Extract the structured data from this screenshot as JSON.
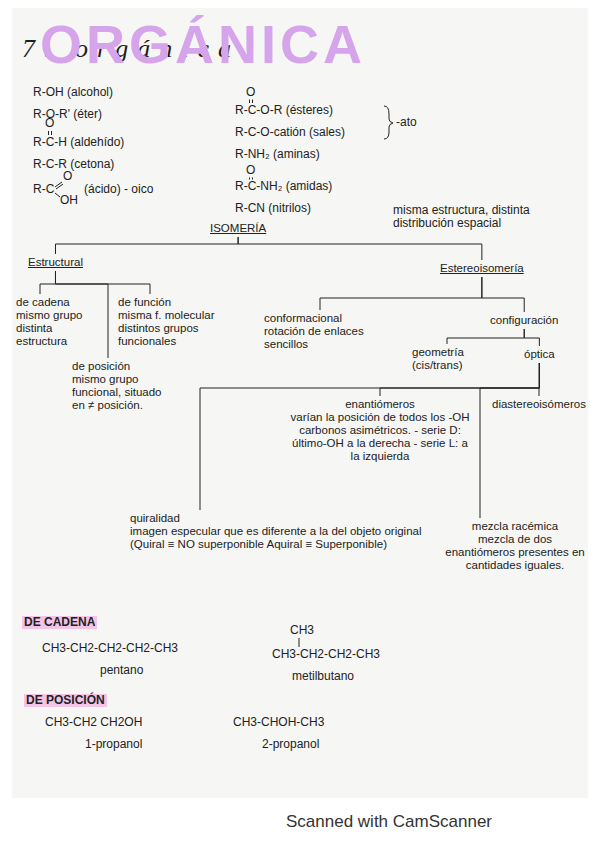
{
  "diagram": {
    "title": "7. orgánica",
    "nodes": [
      {
        "text": [
          "ISOMERÍA"
        ]
      },
      {
        "text": [
          "Estructural"
        ]
      },
      {
        "text": [
          "Estereoisomería"
        ]
      },
      {
        "text": [
          "de cadena",
          "mismo grupo distinta estructura"
        ]
      },
      {
        "text": [
          "de función",
          "misma f. molecular distintos grupos funcionales"
        ]
      },
      {
        "text": [
          "de posición",
          "mismo grupo funcional, situado en ≠ posición."
        ]
      },
      {
        "text": [
          "conformacional",
          "rotación de enlaces sencillos"
        ]
      },
      {
        "text": [
          "configuración"
        ]
      },
      {
        "text": [
          "geometría (cis/trans)"
        ]
      },
      {
        "text": [
          "óptica"
        ]
      },
      {
        "text": [
          "enantiómeros",
          "varían la posición de todos los -OH carbonos asimétricos. - serie D: último-OH a la derecha - serie L: a la izquierda"
        ]
      },
      {
        "text": [
          "diastereoisómeros"
        ]
      },
      {
        "text": [
          "quiralidad",
          "imagen especular que es diferente a la del objeto original (Quiral ≡ NO superponible Aquiral ≡ Superponible)"
        ]
      },
      {
        "text": [
          "mezcla racémica",
          "mezcla de dos enantiómeros presentes en cantidades iguales."
        ]
      }
    ],
    "edges": [
      {
        "from": 0,
        "to": 1,
        "arrow": "none"
      },
      {
        "from": 0,
        "to": 2,
        "arrow": "none"
      },
      {
        "from": 1,
        "to": 3,
        "arrow": "none"
      },
      {
        "from": 1,
        "to": 4,
        "arrow": "none"
      },
      {
        "from": 1,
        "to": 5,
        "arrow": "none"
      },
      {
        "from": 2,
        "to": 6,
        "arrow": "none"
      },
      {
        "from": 2,
        "to": 7,
        "arrow": "none"
      },
      {
        "from": 7,
        "to": 8,
        "arrow": "none"
      },
      {
        "from": 7,
        "to": 9,
        "arrow": "none"
      },
      {
        "from": 9,
        "to": 10,
        "arrow": "none"
      },
      {
        "from": 9,
        "to": 11,
        "arrow": "none"
      },
      {
        "from": 9,
        "to": 12,
        "arrow": "none"
      },
      {
        "from": 9,
        "to": 13,
        "arrow": "none"
      }
    ],
    "labels": [
      "ORGÁNICA",
      "R-OH (alcohol)",
      "R-O-R' (éter)",
      "O",
      "R-C-H (aldehído)",
      "R-C-R (cetona)",
      "R-C",
      "O",
      "OH",
      "(ácido) - oico",
      "O",
      "R-C-O-R (ésteres)",
      "R-C-O-catión (sales)",
      "-ato",
      "R-NH₂ (aminas)",
      "O",
      "R-C-NH₂ (amidas)",
      "R-CN (nitrilos)",
      "misma estructura, distinta distribución espacial",
      "DE CADENA",
      "CH3-CH2-CH2-CH2-CH3",
      "pentano",
      "CH3",
      "CH3-CH2-CH2-CH3",
      "metilbutano",
      "DE POSICIÓN",
      "CH3-CH2 CH2OH",
      "1-propanol",
      "CH3-CHOH-CH3",
      "2-propanol",
      "Scanned with CamScanner"
    ]
  }
}
